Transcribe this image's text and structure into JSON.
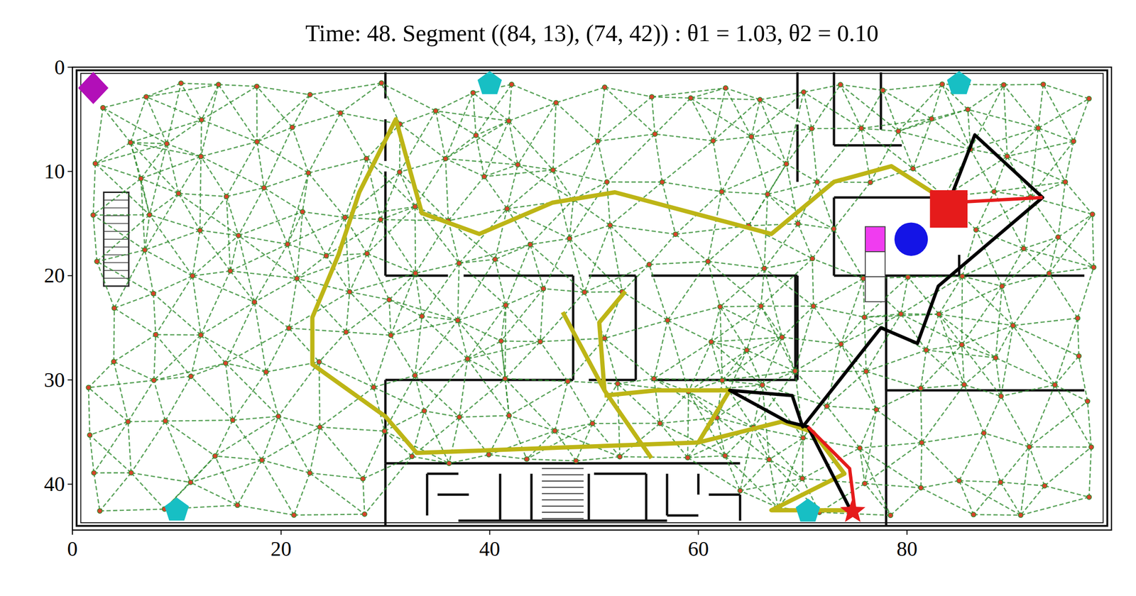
{
  "diagram": {
    "title": "Time: 48. Segment ((84, 13), (74, 42)) : θ1 = 1.03, θ2 = 0.10",
    "labels": [
      "0",
      "10",
      "20",
      "30",
      "40",
      "0",
      "20",
      "40",
      "60",
      "80"
    ]
  }
}
